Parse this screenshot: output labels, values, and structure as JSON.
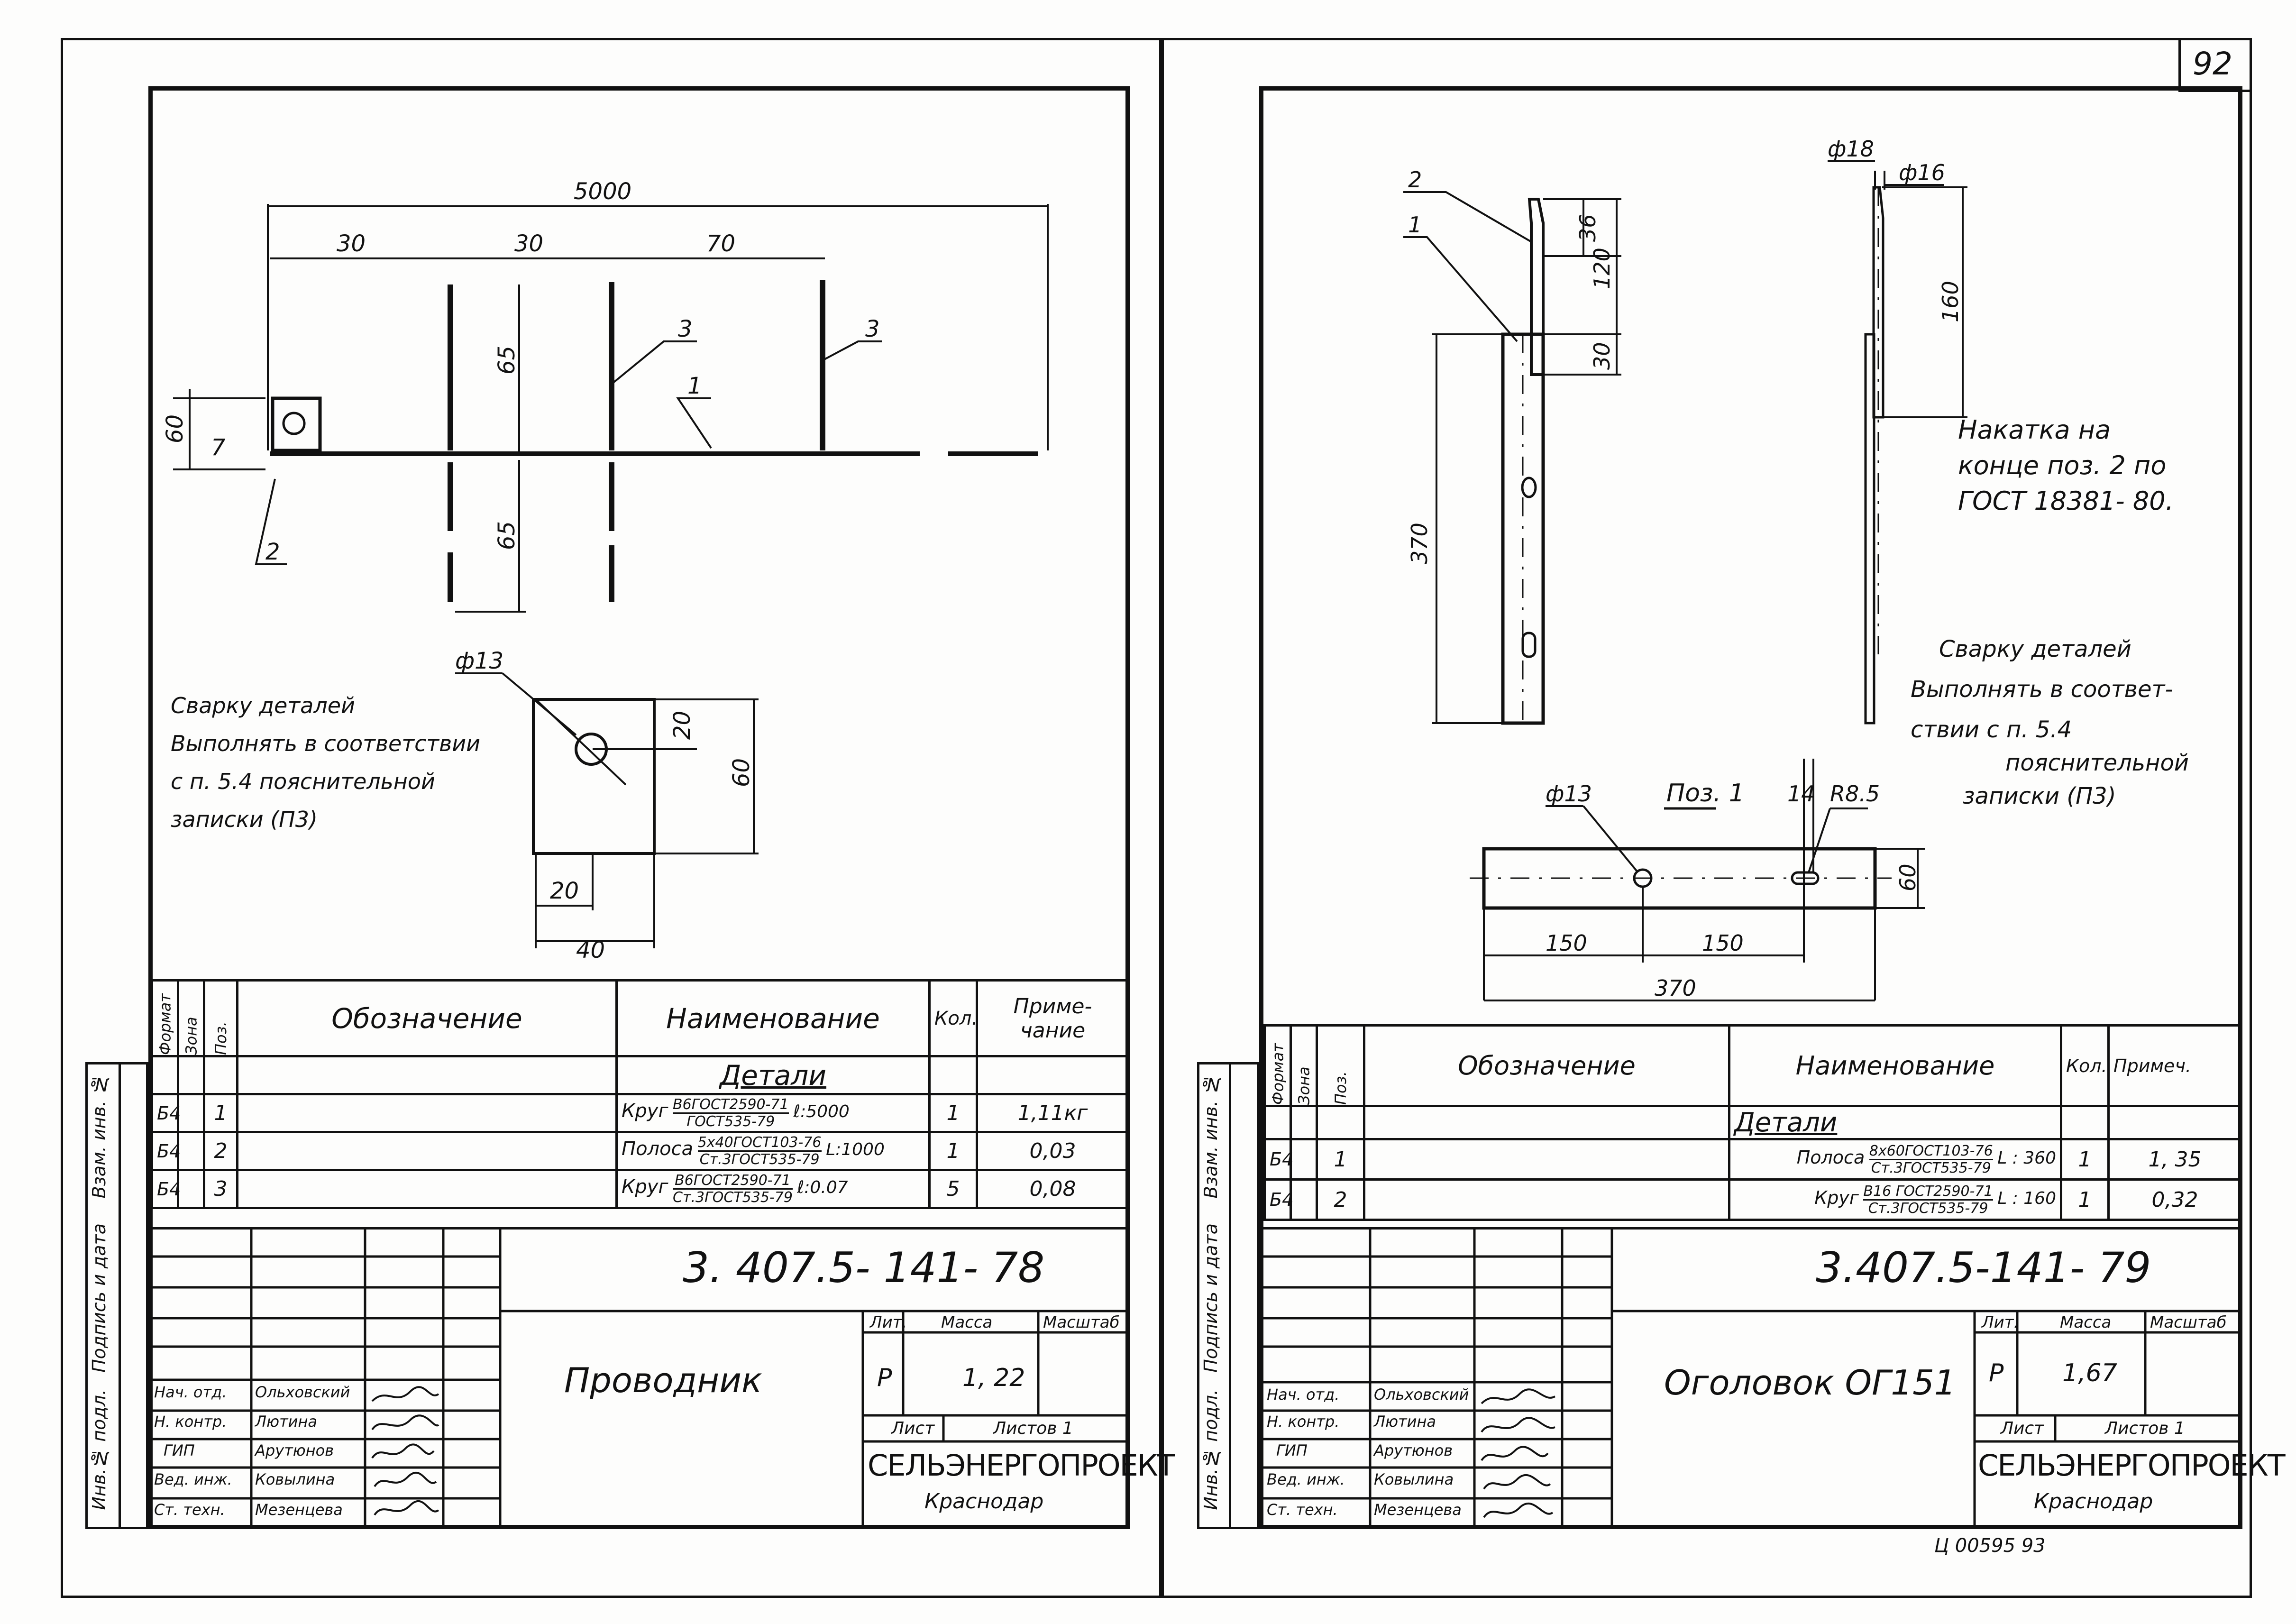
{
  "sheet_number": "92",
  "archive_note": "Ц 00595   93",
  "side_stamp": {
    "inv_orig": "Инв.№ подл.",
    "sign_date": "Подпись и дата",
    "inv_dup": "Взам. инв. №"
  },
  "left": {
    "drawing": {
      "dims": {
        "total": "5000",
        "d1": "30",
        "d2": "30",
        "d3": "70",
        "h1": "65",
        "h2": "65",
        "h60": "60",
        "h7": "7",
        "plate_d": "ф13",
        "plate_h20": "20",
        "plate_h60": "60",
        "plate_w20": "20",
        "plate_w40": "40"
      },
      "callouts": {
        "c1": "1",
        "c2": "2",
        "c3a": "3",
        "c3b": "3"
      },
      "note": [
        "Сварку деталей",
        "Выполнять в соответствии",
        "с п. 5.4 пояснительной",
        "записки (П3)"
      ]
    },
    "spec": {
      "headers": {
        "format": "Формат",
        "zone": "Зона",
        "pos": "Поз.",
        "designation": "Обозначение",
        "name": "Наименование",
        "qty": "Кол.",
        "note": "Приме-\nчание"
      },
      "section": "Детали",
      "rows": [
        {
          "format": "Б4",
          "pos": "1",
          "name_kind": "Круг",
          "std_top": "В6ГОСТ2590-71",
          "std_bottom": "ГОСТ535-79",
          "size": "ℓ:5000",
          "qty": "1",
          "note": "1,11кг"
        },
        {
          "format": "Б4",
          "pos": "2",
          "name_kind": "Полоса",
          "std_top": "5х40ГОСТ103-76",
          "std_bottom": "Ст.3ГОСТ535-79",
          "size": "L:1000",
          "qty": "1",
          "note": "0,03"
        },
        {
          "format": "Б4",
          "pos": "3",
          "name_kind": "Круг",
          "std_top": "В6ГОСТ2590-71",
          "std_bottom": "Ст.3ГОСТ535-79",
          "size": "ℓ:0.07",
          "qty": "5",
          "note": "0,08"
        }
      ]
    },
    "title_block": {
      "code": "3. 407.5- 141- 78",
      "title": "Проводник",
      "lit_label": "Лит.",
      "mass_label": "Масса",
      "scale_label": "Масштаб",
      "lit": "Р",
      "mass": "1, 22",
      "sheet_label": "Лист",
      "sheets_label": "Листов 1",
      "org": "СЕЛЬЭНЕРГОПРОЕКТ",
      "city": "Краснодар",
      "people": [
        {
          "role": "Нач. отд.",
          "name": "Ольховский"
        },
        {
          "role": "Н. контр.",
          "name": "Лютина"
        },
        {
          "role": "ГИП",
          "name": "Арутюнов"
        },
        {
          "role": "Вед. инж.",
          "name": "Ковылина"
        },
        {
          "role": "Ст. техн.",
          "name": "Мезенцева"
        }
      ]
    }
  },
  "right": {
    "drawing": {
      "dims": {
        "d18": "ф18",
        "d16": "ф16",
        "h36": "36",
        "h120": "120",
        "h30": "30",
        "h370": "370",
        "h160": "160",
        "p1_title": "Поз. 1",
        "p1_d13": "ф13",
        "p1_14": "14",
        "p1_r": "R8.5",
        "p1_60": "60",
        "p1_150a": "150",
        "p1_150b": "150",
        "p1_370": "370"
      },
      "callouts": {
        "c1": "1",
        "c2": "2"
      },
      "note_knurl": [
        "Накатка на",
        "конце поз. 2 по",
        "ГОСТ 18381- 80."
      ],
      "note_weld": [
        "Сварку деталей",
        "Выполнять в соответ-",
        "ствии с п. 5.4",
        "пояснительной",
        "записки (П3)"
      ]
    },
    "spec": {
      "headers": {
        "format": "Формат",
        "zone": "Зона",
        "pos": "Поз.",
        "designation": "Обозначение",
        "name": "Наименование",
        "qty": "Кол.",
        "note": "Примеч."
      },
      "section": "Детали",
      "rows": [
        {
          "format": "Б4",
          "pos": "1",
          "name_kind": "Полоса",
          "std_top": "8х60ГОСТ103-76",
          "std_bottom": "Ст.3ГОСТ535-79",
          "size": "L : 360",
          "qty": "1",
          "note": "1, 35"
        },
        {
          "format": "Б4",
          "pos": "2",
          "name_kind": "Круг",
          "std_top": "В16 ГОСТ2590-71",
          "std_bottom": "Ст.3ГОСТ535-79",
          "size": "L : 160",
          "qty": "1",
          "note": "0,32"
        }
      ]
    },
    "title_block": {
      "code": "3.407.5-141- 79",
      "title": "Оголовок ОГ151",
      "lit_label": "Лит.",
      "mass_label": "Масса",
      "scale_label": "Масштаб",
      "lit": "Р",
      "mass": "1,67",
      "sheet_label": "Лист",
      "sheets_label": "Листов 1",
      "org": "СЕЛЬЭНЕРГОПРОЕКТ",
      "city": "Краснодар",
      "people": [
        {
          "role": "Нач. отд.",
          "name": "Ольховский"
        },
        {
          "role": "Н. контр.",
          "name": "Лютина"
        },
        {
          "role": "ГИП",
          "name": "Арутюнов"
        },
        {
          "role": "Вед. инж.",
          "name": "Ковылина"
        },
        {
          "role": "Ст. техн.",
          "name": "Мезенцева"
        }
      ]
    }
  }
}
